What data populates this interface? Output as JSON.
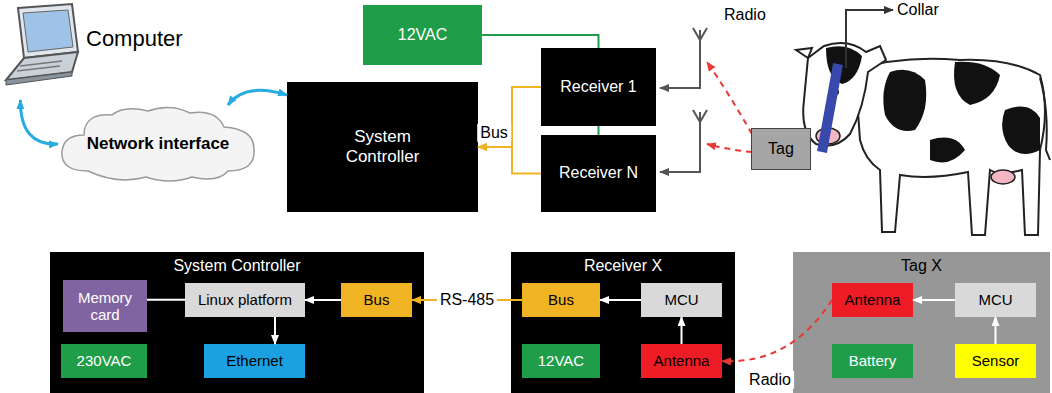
{
  "diagram": {
    "nodes": [
      {
        "text": [
          "Computer"
        ]
      },
      {
        "text": [
          "12VAC"
        ]
      },
      {
        "text": [
          "System Controller"
        ]
      },
      {
        "text": [
          "Receiver 1"
        ]
      },
      {
        "text": [
          "Network interface"
        ]
      },
      {
        "text": [
          "Receiver N"
        ]
      },
      {
        "text": [
          "Tag"
        ]
      },
      {
        "text": [
          "System Controller"
        ]
      },
      {
        "text": [
          "Memory card"
        ],
        "in": 7
      },
      {
        "text": [
          "Linux platform"
        ],
        "in": 7
      },
      {
        "text": [
          "Bus"
        ],
        "in": 7
      },
      {
        "text": [
          "230VAC"
        ],
        "in": 7
      },
      {
        "text": [
          "Ethernet"
        ],
        "in": 7
      },
      {
        "text": [
          "Receiver X"
        ]
      },
      {
        "text": [
          "Bus"
        ],
        "in": 13
      },
      {
        "text": [
          "MCU"
        ],
        "in": 13
      },
      {
        "text": [
          "12VAC"
        ],
        "in": 13
      },
      {
        "text": [
          "Antenna"
        ],
        "in": 13
      },
      {
        "text": [
          "Tag X"
        ]
      },
      {
        "text": [
          "Antenna"
        ],
        "in": 18
      },
      {
        "text": [
          "MCU"
        ],
        "in": 18
      },
      {
        "text": [
          "Battery"
        ],
        "in": 18
      },
      {
        "text": [
          "Sensor"
        ],
        "in": 18
      }
    ],
    "edges": [
      {
        "from": 0,
        "to": 4,
        "arrow": "both"
      },
      {
        "from": 4,
        "to": 2,
        "arrow": "both"
      },
      {
        "from": 1,
        "to": 3,
        "arrow": "none"
      },
      {
        "from": 3,
        "to": 5,
        "arrow": "none"
      },
      {
        "from": 3,
        "to": 2,
        "label": "Bus",
        "arrow": "to"
      },
      {
        "from": 5,
        "to": 2,
        "arrow": "to"
      },
      {
        "from": 8,
        "to": 9,
        "arrow": "none"
      },
      {
        "from": 10,
        "to": 9,
        "arrow": "to"
      },
      {
        "from": 9,
        "to": 12,
        "arrow": "to"
      },
      {
        "from": 14,
        "to": 10,
        "label": "RS-485",
        "arrow": "to"
      },
      {
        "from": 15,
        "to": 14,
        "arrow": "to"
      },
      {
        "from": 17,
        "to": 15,
        "arrow": "to"
      },
      {
        "from": 19,
        "to": 17,
        "label": "Radio",
        "arrow": "to"
      },
      {
        "from": 20,
        "to": 19,
        "arrow": "to"
      },
      {
        "from": 22,
        "to": 20,
        "arrow": "to"
      }
    ],
    "labels": [
      "Radio",
      "Collar"
    ]
  }
}
